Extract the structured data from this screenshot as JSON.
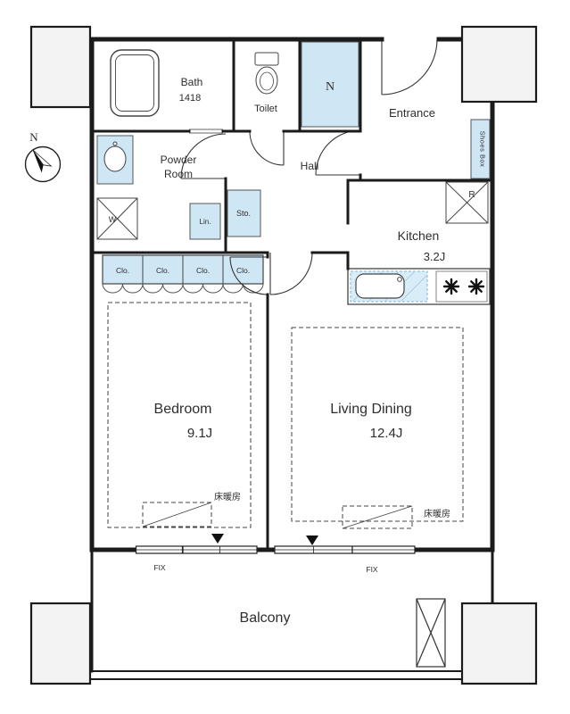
{
  "colors": {
    "wall": "#1b1b1b",
    "light_blue": "#cfe7f5",
    "pillar_fill": "#f3f3f3",
    "text": "#2e2e2e"
  },
  "compass": {
    "north_label": "N"
  },
  "rooms": {
    "bath": {
      "name": "Bath",
      "size": "1418"
    },
    "toilet": {
      "name": "Toilet"
    },
    "entrance": {
      "name": "Entrance"
    },
    "powder_room": {
      "name_line1": "Powder",
      "name_line2": "Room"
    },
    "hall": {
      "name": "Hall"
    },
    "kitchen": {
      "name": "Kitchen",
      "size": "3.2J"
    },
    "bedroom": {
      "name": "Bedroom",
      "size": "9.1J"
    },
    "living_dining": {
      "name": "Living Dining",
      "size": "12.4J"
    },
    "balcony": {
      "name": "Balcony"
    }
  },
  "fixtures": {
    "meter_box": "N",
    "washer": "W",
    "fridge": "R",
    "linen": "Lin.",
    "storage": "Sto.",
    "shoes_box": "Shoes Box",
    "closets": [
      "Clo.",
      "Clo.",
      "Clo.",
      "Clo."
    ],
    "floor_heating_bedroom": "床暖房",
    "floor_heating_living": "床暖房",
    "fix_left": "FIX",
    "fix_right": "FIX"
  }
}
